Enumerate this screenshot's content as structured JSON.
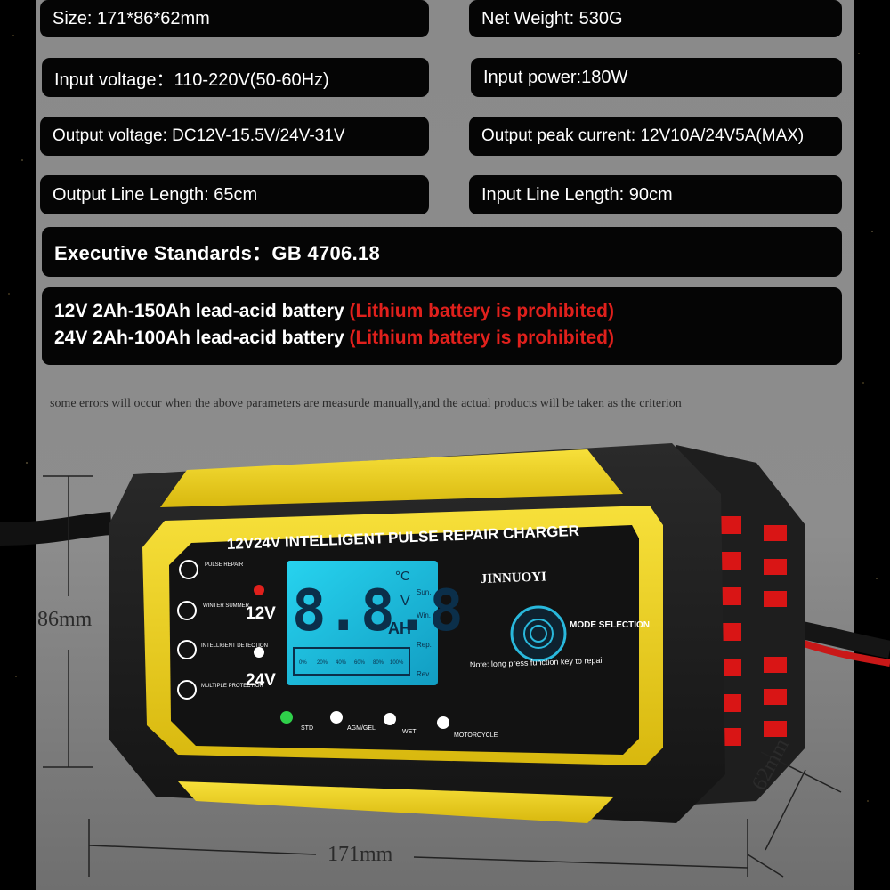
{
  "specs": {
    "size": "Size: 171*86*62mm",
    "net_weight": "Net Weight: 530G",
    "input_voltage": "Input voltage：110-220V(50-60Hz)",
    "input_power": "Input power:180W",
    "output_voltage": "Output voltage: DC12V-15.5V/24V-31V",
    "output_peak_current": "Output peak current: 12V10A/24V5A(MAX)",
    "output_line_length": "Output Line Length: 65cm",
    "input_line_length": "Input Line Length: 90cm",
    "executive_standards": "Executive Standards：GB 4706.18"
  },
  "battery": {
    "line1_text": "12V 2Ah-150Ah lead-acid battery ",
    "line1_warn": "(Lithium battery is prohibited)",
    "line2_text": "24V 2Ah-100Ah lead-acid battery ",
    "line2_warn": "(Lithium battery is prohibited)"
  },
  "note": "some errors will occur when the above parameters are measurde manually,and the actual products will be taken as the criterion",
  "dimensions": {
    "height": "86mm",
    "length": "171mm",
    "depth": "62mm"
  },
  "charger": {
    "title": "12V24V INTELLIGENT PULSE REPAIR CHARGER",
    "brand": "JINNUOYI",
    "features": [
      "PULSE REPAIR",
      "WINTER SUMMER",
      "INTELLIGENT DETECTION",
      "MULTIPLE PROTECTION"
    ],
    "voltage_12": "12V",
    "voltage_24": "24V",
    "lcd_digits": "8.8.8",
    "lcd_unit_c": "°C",
    "lcd_unit_v": "V",
    "lcd_unit_ah": "AH",
    "lcd_modes": [
      "Sun.",
      "Win.",
      "Rep.",
      "Rev."
    ],
    "lcd_percent": [
      "0%",
      "20%",
      "40%",
      "60%",
      "80%",
      "100%"
    ],
    "mode_label": "MODE SELECTION",
    "repair_note": "Note: long press function key to repair",
    "battery_types": [
      "STD",
      "AGM/GEL",
      "WET",
      "MOTORCYCLE"
    ],
    "colors": {
      "body": "#1c1c1c",
      "accent": "#f1d21c",
      "lcd": "#1cc6e6",
      "fin": "#d91515"
    }
  }
}
